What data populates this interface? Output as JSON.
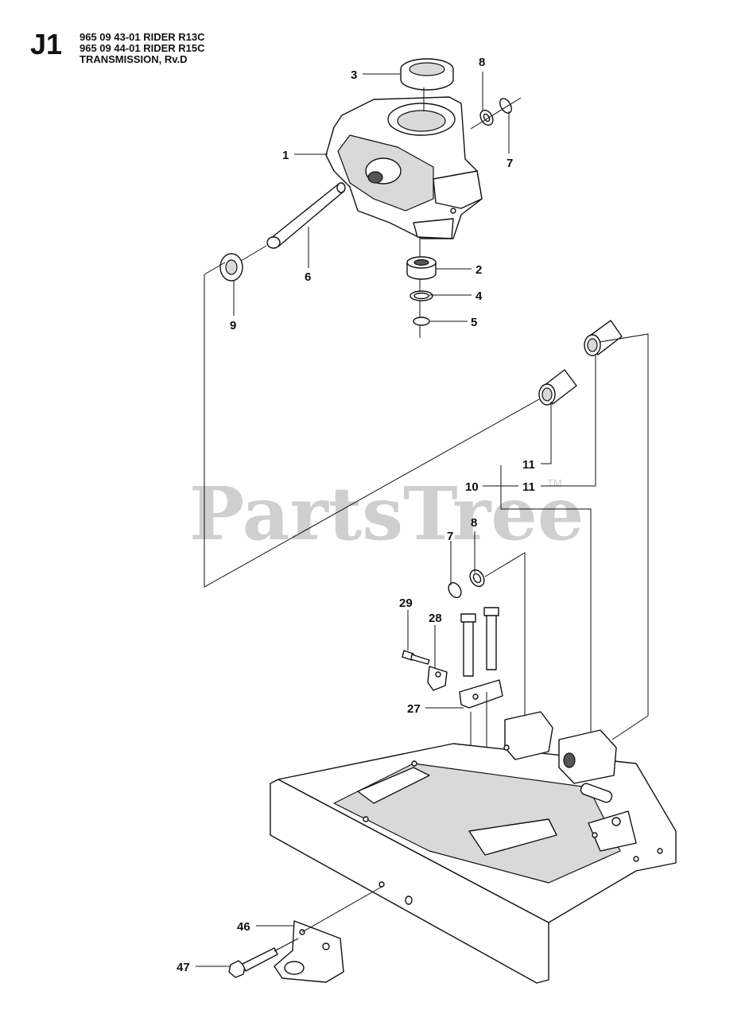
{
  "header": {
    "code": "J1",
    "lines": [
      "965 09 43-01 RIDER R13C",
      "965 09 44-01 RIDER R15C",
      "TRANSMISSION, Rv.D"
    ]
  },
  "watermark": {
    "text": "PartsTree",
    "tm": "TM"
  },
  "callouts": {
    "c1": "1",
    "c2": "2",
    "c3": "3",
    "c4": "4",
    "c5": "5",
    "c6": "6",
    "c7a": "7",
    "c7b": "7",
    "c8a": "8",
    "c8b": "8",
    "c9": "9",
    "c10": "10",
    "c11a": "11",
    "c11b": "11",
    "c27": "27",
    "c28": "28",
    "c29": "29",
    "c46": "46",
    "c47": "47"
  },
  "colors": {
    "line": "#111111",
    "watermark": "#cfcfcf",
    "shade": "#d9d9d9"
  }
}
